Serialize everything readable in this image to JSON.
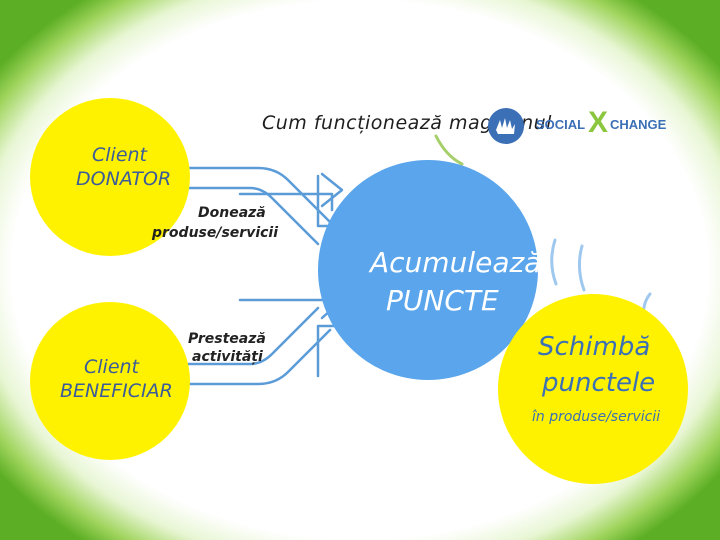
{
  "colors": {
    "yellow": "#fff200",
    "blue": "#5aa5ec",
    "arrow_stroke": "#5b9bd8",
    "text_dark": "#2a2a2a",
    "text_blue": "#3b5b9a",
    "frame_green": "#5cae24"
  },
  "header": {
    "title": "Cum funcționează magazinul",
    "logo_social": "SOCIAL",
    "logo_x": "X",
    "logo_change": "CHANGE"
  },
  "donor": {
    "line1": "Client",
    "line2": "DONATOR"
  },
  "donor_action": {
    "line1": "Donează",
    "line2": "produse/servicii"
  },
  "beneficiary": {
    "line1": "Client",
    "line2": "BENEFICIAR"
  },
  "beneficiary_action": {
    "line1": "Prestează",
    "line2": "activități"
  },
  "center": {
    "line1": "Acumulează",
    "line2": "PUNCTE"
  },
  "exchange": {
    "line1": "Schimbă",
    "line2": "punctele",
    "line3": "în produse/servicii"
  }
}
